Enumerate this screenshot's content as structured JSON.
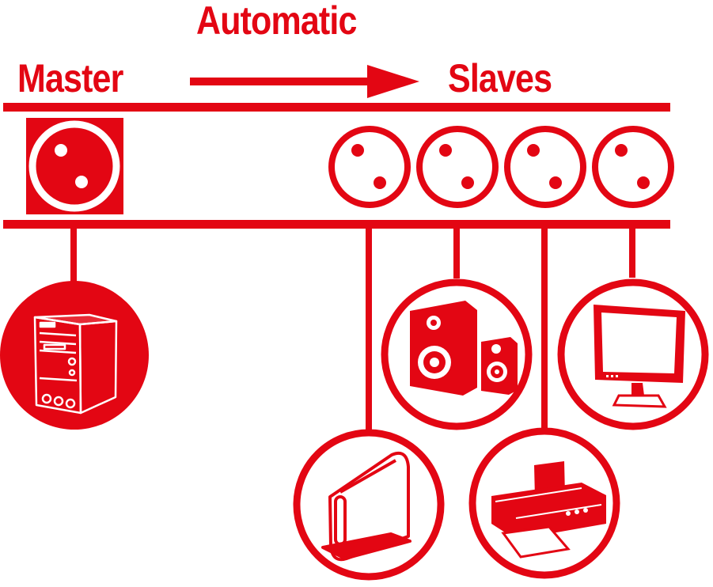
{
  "labels": {
    "automatic": "Automatic",
    "master": "Master",
    "slaves": "Slaves"
  },
  "colors": {
    "accent": "#e30613",
    "background": "#ffffff"
  },
  "master_outlet": {
    "icon": "socket-icon"
  },
  "slave_outlets": [
    {
      "icon": "socket-icon"
    },
    {
      "icon": "socket-icon"
    },
    {
      "icon": "socket-icon"
    },
    {
      "icon": "socket-icon"
    }
  ],
  "devices": {
    "master": {
      "icon": "computer-tower-icon"
    },
    "slaves": [
      {
        "icon": "external-drive-icon"
      },
      {
        "icon": "speakers-icon"
      },
      {
        "icon": "printer-icon"
      },
      {
        "icon": "monitor-icon"
      }
    ]
  }
}
